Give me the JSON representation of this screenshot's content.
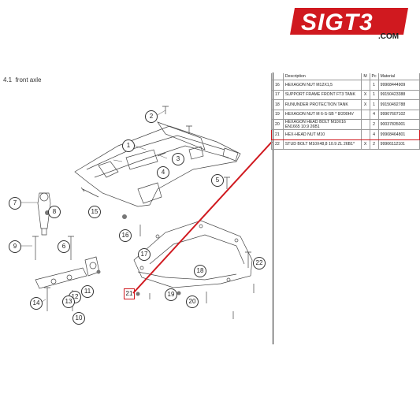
{
  "brand": {
    "logo_text": "SIGT3",
    "domain": ".COM",
    "accent_color": "#d0191f"
  },
  "section": {
    "number": "4.1",
    "title": "front axle"
  },
  "table": {
    "headers": {
      "pos": "",
      "description": "Description",
      "m": "M",
      "pc": "Pc",
      "material": "Material"
    },
    "rows": [
      {
        "pos": "16",
        "description": "HEXAGON NUT M12X1,5",
        "m": "",
        "pc": "1",
        "material": "99908444909"
      },
      {
        "pos": "17",
        "description": "SUPPORT FRAME FRONT FT3 TANK",
        "m": "X",
        "pc": "1",
        "material": "99150423388"
      },
      {
        "pos": "18",
        "description": "RUNUNDER PROTECTION TANK",
        "m": "X",
        "pc": "1",
        "material": "99150492788"
      },
      {
        "pos": "19",
        "description": "HEXAGON NUT M 6-S-SB * 8/200HV",
        "m": "",
        "pc": "4",
        "material": "99907607102"
      },
      {
        "pos": "20",
        "description": "HEXAGON HEAD BOLT M10X16 EN1665 10.9 26B1",
        "m": "",
        "pc": "2",
        "material": "90037835001"
      },
      {
        "pos": "21",
        "description": "HEX-HEAD NUT M10",
        "m": "",
        "pc": "4",
        "material": "99908464801",
        "highlight": true
      },
      {
        "pos": "22",
        "description": "STUD BOLT M10X48,8 10.9 ZL 26B1*",
        "m": "X",
        "pc": "2",
        "material": "99906112101"
      }
    ]
  },
  "callouts": [
    {
      "id": "1",
      "label": "1"
    },
    {
      "id": "2",
      "label": "2"
    },
    {
      "id": "3",
      "label": "3"
    },
    {
      "id": "4",
      "label": "4"
    },
    {
      "id": "5",
      "label": "5"
    },
    {
      "id": "6",
      "label": "6"
    },
    {
      "id": "7",
      "label": "7"
    },
    {
      "id": "8",
      "label": "8"
    },
    {
      "id": "9",
      "label": "9"
    },
    {
      "id": "10",
      "label": "10"
    },
    {
      "id": "11",
      "label": "11"
    },
    {
      "id": "12",
      "label": "12"
    },
    {
      "id": "13",
      "label": "13"
    },
    {
      "id": "14",
      "label": "14"
    },
    {
      "id": "15",
      "label": "15"
    },
    {
      "id": "16",
      "label": "16"
    },
    {
      "id": "17",
      "label": "17"
    },
    {
      "id": "18",
      "label": "18"
    },
    {
      "id": "19",
      "label": "19"
    },
    {
      "id": "20",
      "label": "20"
    },
    {
      "id": "21",
      "label": "21"
    },
    {
      "id": "22",
      "label": "22"
    }
  ]
}
